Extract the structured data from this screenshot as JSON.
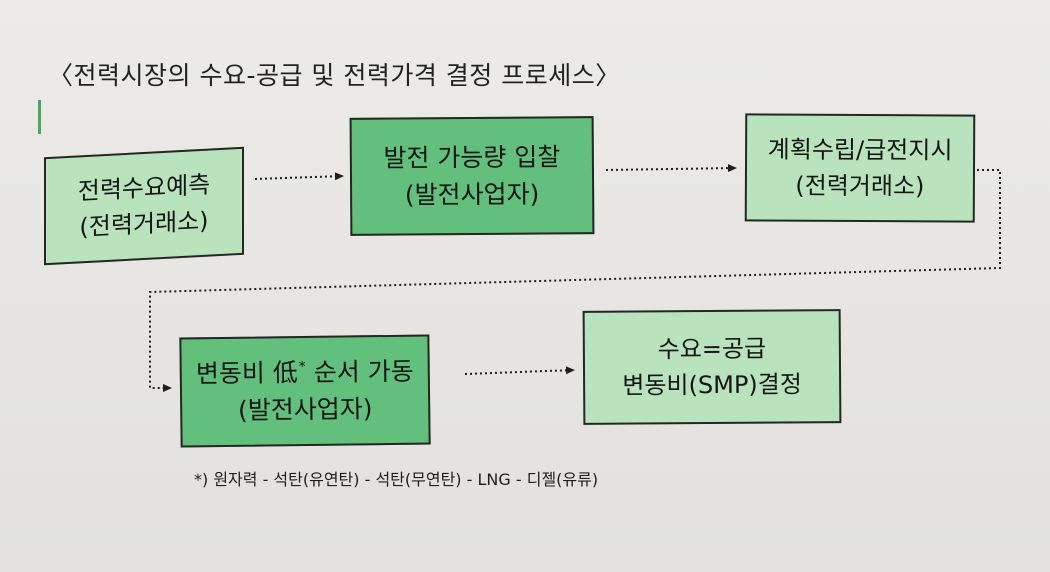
{
  "title": "〈전력시장의 수요-공급 및 전력가격 결정 프로세스〉",
  "nodes": [
    {
      "id": "demand-forecast",
      "lines": [
        "전력수요예측",
        "(전력거래소)"
      ]
    },
    {
      "id": "capacity-bid",
      "lines": [
        "발전 가능량 입찰",
        "(발전사업자)"
      ]
    },
    {
      "id": "dispatch-plan",
      "lines": [
        "계획수립/급전지시",
        "(전력거래소)"
      ]
    },
    {
      "id": "merit-order",
      "lines": [
        "변동비 低",
        "순서 가동",
        "(발전사업자)"
      ],
      "footnote_mark": "*"
    },
    {
      "id": "smp-decision",
      "lines": [
        "수요=공급",
        "변동비(SMP)결정"
      ]
    }
  ],
  "footnote": "*) 원자력 - 석탄(유연탄) - 석탄(무연탄) - LNG - 디젤(유류)",
  "colors": {
    "light_box": "#b9e3bc",
    "dark_box": "#63c07c",
    "accent": "#4aa860",
    "border": "#262626"
  }
}
